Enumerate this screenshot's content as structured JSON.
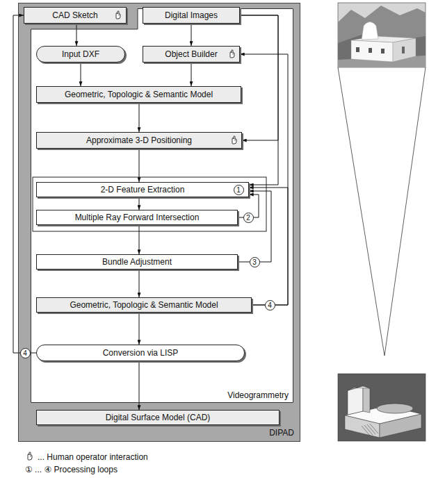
{
  "diagram": {
    "nodes": [
      {
        "text": [
          "DIPAD"
        ]
      },
      {
        "text": [
          "Videogrammetry"
        ],
        "in": 0
      },
      {
        "text": [
          "CAD Sketch"
        ],
        "in": 0
      },
      {
        "text": [
          "Digital Images"
        ],
        "in": 1
      },
      {
        "text": [
          "Input DXF"
        ],
        "in": 1
      },
      {
        "text": [
          "Object Builder"
        ],
        "in": 1
      },
      {
        "text": [
          "Geometric, Topologic & Semantic Model"
        ],
        "in": 1
      },
      {
        "text": [
          "Approximate 3-D Positioning"
        ],
        "in": 1
      },
      {
        "text": [
          "2-D Feature Extraction"
        ],
        "in": 1
      },
      {
        "text": [
          "Multiple Ray Forward Intersection"
        ],
        "in": 1
      },
      {
        "text": [
          "Bundle Adjustment"
        ],
        "in": 1
      },
      {
        "text": [
          "Geometric, Topologic & Semantic Model"
        ],
        "in": 1
      },
      {
        "text": [
          "Conversion via LISP"
        ],
        "in": 1
      },
      {
        "text": [
          "Digital Surface Model (CAD)"
        ],
        "in": 0
      }
    ],
    "edges": [
      {
        "from": 2,
        "to": 4,
        "arrow": "to"
      },
      {
        "from": 3,
        "to": 5,
        "arrow": "to"
      },
      {
        "from": 4,
        "to": 6,
        "arrow": "to"
      },
      {
        "from": 5,
        "to": 6,
        "arrow": "to"
      },
      {
        "from": 6,
        "to": 7,
        "arrow": "to"
      },
      {
        "from": 7,
        "to": 8,
        "arrow": "to"
      },
      {
        "from": 8,
        "to": 9,
        "arrow": "to"
      },
      {
        "from": 9,
        "to": 10,
        "arrow": "to"
      },
      {
        "from": 10,
        "to": 11,
        "arrow": "to"
      },
      {
        "from": 11,
        "to": 12,
        "arrow": "to"
      },
      {
        "from": 12,
        "to": 13,
        "arrow": "to"
      },
      {
        "from": 3,
        "to": 7,
        "arrow": "to"
      },
      {
        "from": 3,
        "to": 8,
        "arrow": "to"
      },
      {
        "from": 9,
        "to": 8,
        "arrow": "to"
      },
      {
        "from": 10,
        "to": 8,
        "arrow": "to"
      },
      {
        "from": 11,
        "to": 5,
        "arrow": "to"
      },
      {
        "from": 11,
        "to": 8,
        "arrow": "to"
      },
      {
        "from": 12,
        "to": 2,
        "arrow": "to"
      }
    ],
    "labels": [
      "1",
      "2",
      "3",
      "4",
      "4"
    ],
    "legend": [
      {
        "text": "... Human operator interaction"
      },
      {
        "text": "① ... ④ Processing loops"
      }
    ]
  }
}
